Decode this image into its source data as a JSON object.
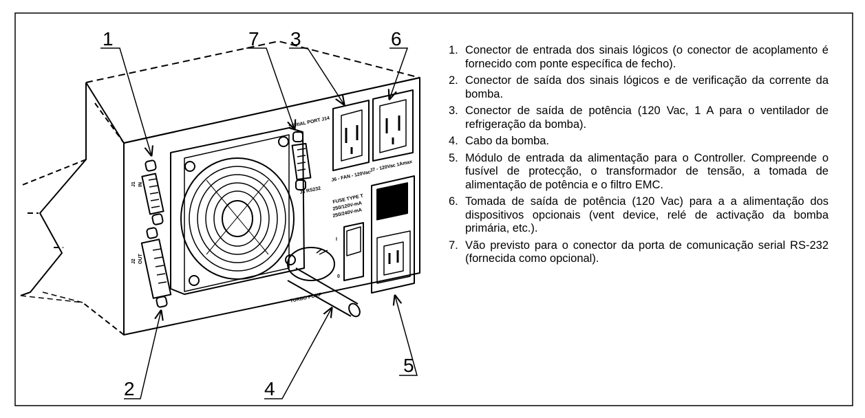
{
  "callouts": {
    "c1": "1",
    "c2": "2",
    "c3": "3",
    "c4": "4",
    "c5": "5",
    "c6": "6",
    "c7": "7"
  },
  "panel_labels": {
    "serial_port": "SERIAL PORT J14",
    "j3_label": "J3 RS232",
    "j6_label": "J6 - FAN - 120Vac",
    "j7_label": "J7 - 120Vac 1Amax",
    "fuse_line1": "FUSE TYPE T",
    "fuse_line2": "250/120V-mA",
    "fuse_line3": "250/240V-mA",
    "j1_label_a": "J1",
    "j1_label_b": "IN",
    "j2_label_a": "J2",
    "j2_label_b": "OUT",
    "switch_on": "I",
    "switch_off": "0",
    "turbo_pump": "TURBO PUMP"
  },
  "legend": [
    {
      "num": "1.",
      "text": "Conector de entrada dos sinais lógicos (o conector de acoplamento é fornecido com ponte específica de fecho)."
    },
    {
      "num": "2.",
      "text": "Conector de saída dos sinais lógicos e de verificação da corrente da bomba."
    },
    {
      "num": "3.",
      "text": "Conector de saída de potência (120 Vac, 1 A para o ventilador de refrigeração da bomba)."
    },
    {
      "num": "4.",
      "text": "Cabo da bomba."
    },
    {
      "num": "5.",
      "text": "Módulo de entrada da alimentação para o Controller. Compreende o fusível de protecção, o transformador de tensão, a tomada de alimentação de potência e o filtro EMC."
    },
    {
      "num": "6.",
      "text": "Tomada de saída de potência (120 Vac) para a a alimentação dos dispositivos opcionais (vent device, relé de activação da bomba primária, etc.)."
    },
    {
      "num": "7.",
      "text": "Vão previsto para o conector da porta de comunicação serial RS-232 (fornecida como opcional)."
    }
  ]
}
